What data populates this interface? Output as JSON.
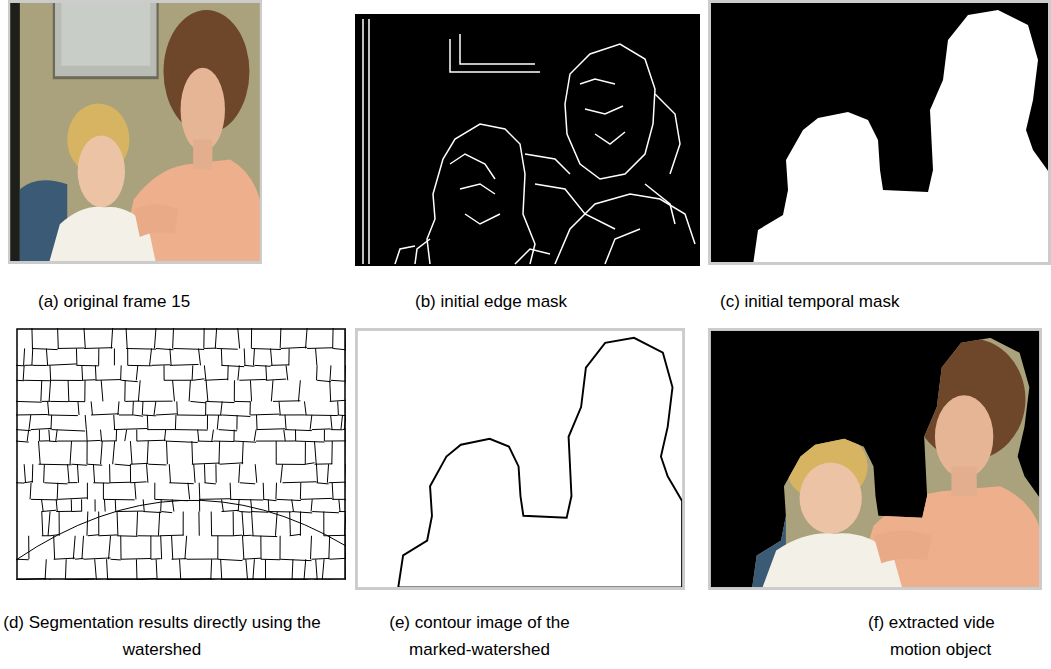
{
  "diagram": {
    "labels": [
      "(a) original frame 15",
      "(b) initial edge mask",
      "(c) initial temporal mask",
      "(d) Segmentation results directly using the watershed",
      "(e) contour image of the marked-watershed",
      "(f) extracted vide",
      "motion object"
    ]
  }
}
